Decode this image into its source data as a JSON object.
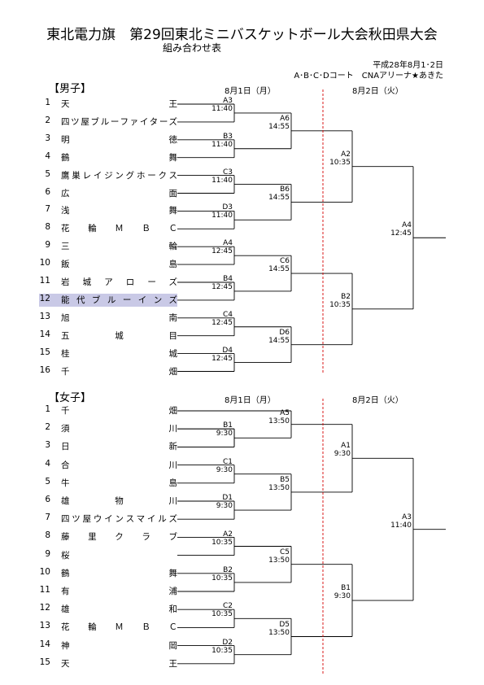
{
  "title": "東北電力旗　第29回東北ミニバスケットボール大会秋田県大会",
  "subtitle": "組み合わせ表",
  "date_line": "平成28年8月1･2日",
  "venue_line": "A･B･C･Dコート　CNAアリーナ★あきた",
  "boys": {
    "label": "【男子】",
    "day1": "8月1日（月）",
    "day2": "8月2日（火）",
    "teams": [
      {
        "num": "1",
        "name": "天王"
      },
      {
        "num": "2",
        "name": "四ツ屋ブルーファイターズ"
      },
      {
        "num": "3",
        "name": "明徳"
      },
      {
        "num": "4",
        "name": "鶴舞"
      },
      {
        "num": "5",
        "name": "鷹巣レイジングホークス"
      },
      {
        "num": "6",
        "name": "広面"
      },
      {
        "num": "7",
        "name": "浅舞"
      },
      {
        "num": "8",
        "name": "花輪ＭＢＣ"
      },
      {
        "num": "9",
        "name": "三輪"
      },
      {
        "num": "10",
        "name": "飯島"
      },
      {
        "num": "11",
        "name": "岩城アローズ"
      },
      {
        "num": "12",
        "name": "能代ブルーインズ",
        "highlight": true
      },
      {
        "num": "13",
        "name": "旭南"
      },
      {
        "num": "14",
        "name": "五城目"
      },
      {
        "num": "15",
        "name": "桂城"
      },
      {
        "num": "16",
        "name": "千畑"
      }
    ],
    "r1": [
      {
        "court": "A3",
        "time": "11:40"
      },
      {
        "court": "B3",
        "time": "11:40"
      },
      {
        "court": "C3",
        "time": "11:40"
      },
      {
        "court": "D3",
        "time": "11:40"
      },
      {
        "court": "A4",
        "time": "12:45"
      },
      {
        "court": "B4",
        "time": "12:45"
      },
      {
        "court": "C4",
        "time": "12:45"
      },
      {
        "court": "D4",
        "time": "12:45"
      }
    ],
    "r2": [
      {
        "court": "A6",
        "time": "14:55"
      },
      {
        "court": "B6",
        "time": "14:55"
      },
      {
        "court": "C6",
        "time": "14:55"
      },
      {
        "court": "D6",
        "time": "14:55"
      }
    ],
    "r3": [
      {
        "court": "A2",
        "time": "10:35"
      },
      {
        "court": "B2",
        "time": "10:35"
      }
    ],
    "final": {
      "court": "A4",
      "time": "12:45"
    }
  },
  "girls": {
    "label": "【女子】",
    "day1": "8月1日（月）",
    "day2": "8月2日（火）",
    "teams": [
      {
        "num": "1",
        "name": "千畑"
      },
      {
        "num": "2",
        "name": "須川"
      },
      {
        "num": "3",
        "name": "日新"
      },
      {
        "num": "4",
        "name": "合川"
      },
      {
        "num": "5",
        "name": "牛島"
      },
      {
        "num": "6",
        "name": "雄物川"
      },
      {
        "num": "7",
        "name": "四ツ屋ウインスマイルズ"
      },
      {
        "num": "8",
        "name": "藤里クラブ"
      },
      {
        "num": "9",
        "name": "桜"
      },
      {
        "num": "10",
        "name": "鶴舞"
      },
      {
        "num": "11",
        "name": "有浦"
      },
      {
        "num": "12",
        "name": "雄和"
      },
      {
        "num": "13",
        "name": "花輪ＭＢＣ"
      },
      {
        "num": "14",
        "name": "神岡"
      },
      {
        "num": "15",
        "name": "天王"
      }
    ],
    "r1": [
      {
        "court": "A5",
        "time": "13:50"
      },
      {
        "court": "B1",
        "time": "9:30"
      },
      {
        "court": "C1",
        "time": "9:30"
      },
      {
        "court": "D1",
        "time": "9:30"
      },
      {
        "court": "A2",
        "time": "10:35"
      },
      {
        "court": "B2",
        "time": "10:35"
      },
      {
        "court": "C2",
        "time": "10:35"
      },
      {
        "court": "D2",
        "time": "10:35"
      }
    ],
    "r2": [
      {
        "court": "B5",
        "time": "13:50"
      },
      {
        "court": "C5",
        "time": "13:50"
      },
      {
        "court": "D5",
        "time": "13:50"
      }
    ],
    "r3": [
      {
        "court": "A1",
        "time": "9:30"
      },
      {
        "court": "B1",
        "time": "9:30"
      }
    ],
    "final": {
      "court": "A3",
      "time": "11:40"
    }
  }
}
